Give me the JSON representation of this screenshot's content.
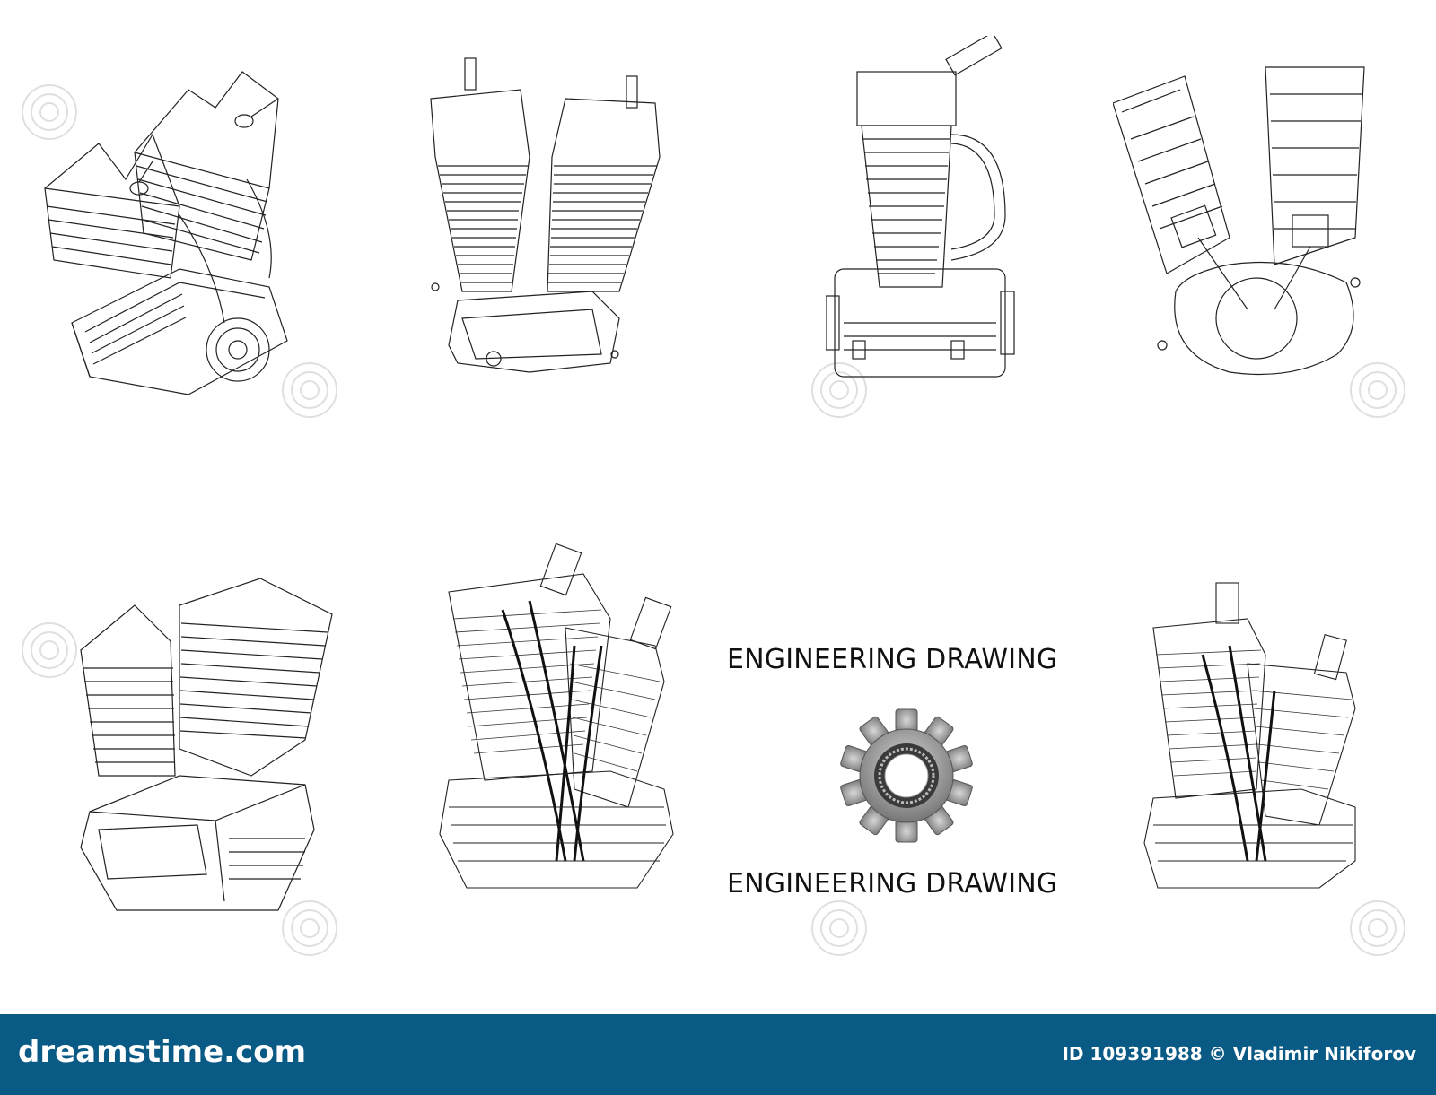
{
  "headings": {
    "top": "ENGINEERING DRAWING",
    "bottom": "ENGINEERING DRAWING"
  },
  "footer": {
    "brand": "dreamstime.com",
    "credit": "ID 109391988 © Vladimir Nikiforov",
    "background_color": "#0a5a86"
  },
  "icons": {
    "center": "gear-icon",
    "drawings": "engine-drawing-icon",
    "watermark": "spiral-watermark-icon"
  }
}
